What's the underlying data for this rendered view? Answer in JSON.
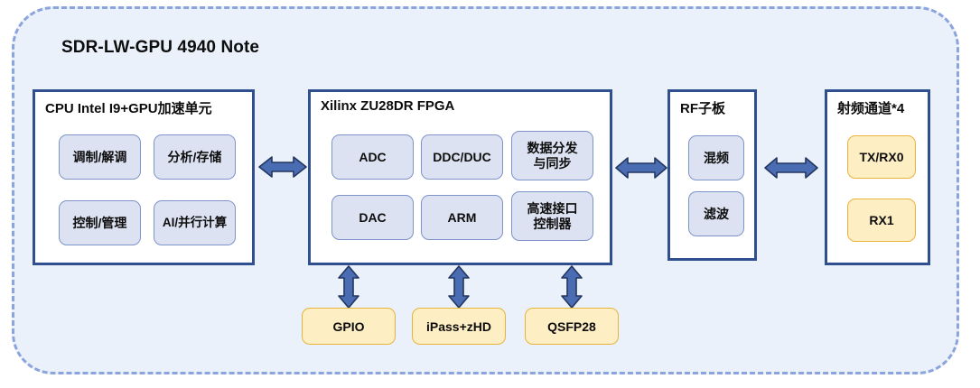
{
  "diagram": {
    "title": "SDR-LW-GPU 4940 Note",
    "colors": {
      "frame_fill": "#eaf1fa",
      "frame_border": "#8ba4dd",
      "box_border": "#2f4f8f",
      "sub_block_fill": "#dce2f1",
      "sub_block_border": "#7d94c8",
      "yellow_fill": "#fdeec4",
      "yellow_border": "#e8b33b",
      "arrow_fill": "#4a6cb3",
      "arrow_stroke": "#23365f"
    },
    "blocks": {
      "cpu": {
        "title": "CPU Intel I9+GPU加速单元",
        "items": [
          {
            "label": "调制/解调"
          },
          {
            "label": "分析/存储"
          },
          {
            "label": "控制/管理"
          },
          {
            "label": "AI/并行计算"
          }
        ]
      },
      "fpga": {
        "title": "Xilinx ZU28DR FPGA",
        "items": [
          {
            "label": "ADC"
          },
          {
            "label": "DDC/DUC"
          },
          {
            "label": "数据分发\n与同步"
          },
          {
            "label": "DAC"
          },
          {
            "label": "ARM"
          },
          {
            "label": "高速接口\n控制器"
          }
        ]
      },
      "rf_board": {
        "title": "RF子板",
        "items": [
          {
            "label": "混频"
          },
          {
            "label": "滤波"
          }
        ]
      },
      "rf_channels": {
        "title": "射频通道*4",
        "items": [
          {
            "label": "TX/RX0"
          },
          {
            "label": "RX1"
          }
        ]
      }
    },
    "interfaces": [
      {
        "label": "GPIO"
      },
      {
        "label": "iPass+zHD"
      },
      {
        "label": "QSFP28"
      }
    ],
    "connections": [
      {
        "name": "cpu-fpga",
        "type": "bidirectional-horizontal"
      },
      {
        "name": "fpga-rf-board",
        "type": "bidirectional-horizontal"
      },
      {
        "name": "rf-board-rf-channels",
        "type": "bidirectional-horizontal"
      },
      {
        "name": "fpga-gpio",
        "type": "bidirectional-vertical"
      },
      {
        "name": "fpga-ipass",
        "type": "bidirectional-vertical"
      },
      {
        "name": "fpga-qsfp28",
        "type": "bidirectional-vertical"
      }
    ]
  }
}
